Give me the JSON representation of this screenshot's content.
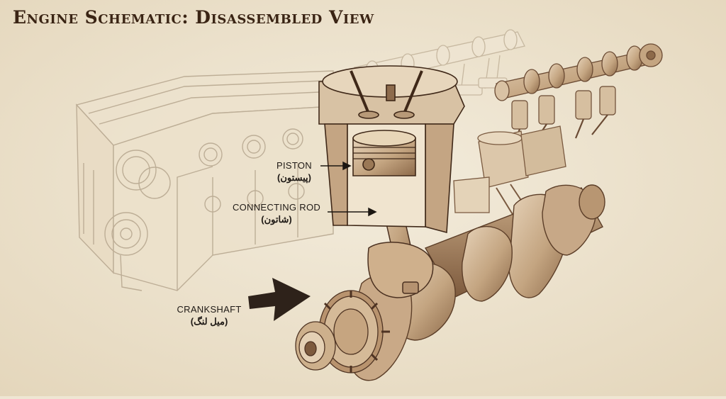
{
  "title": "Engine Schematic: Disassembled View",
  "labels": {
    "piston": {
      "en": "PISTON",
      "fa": "(پیستون)"
    },
    "connecting_rod": {
      "en": "CONNECTING ROD",
      "fa": "(شاتون)"
    },
    "crankshaft": {
      "en": "CRANKSHAFT",
      "fa": "(میل لنگ)"
    }
  },
  "colors": {
    "background": "#efe6d3",
    "ink": "#3a2414",
    "sepia": "#b59a7a",
    "highlight_fill": "#cdb194",
    "ghost_line": "#c8b9a3"
  }
}
